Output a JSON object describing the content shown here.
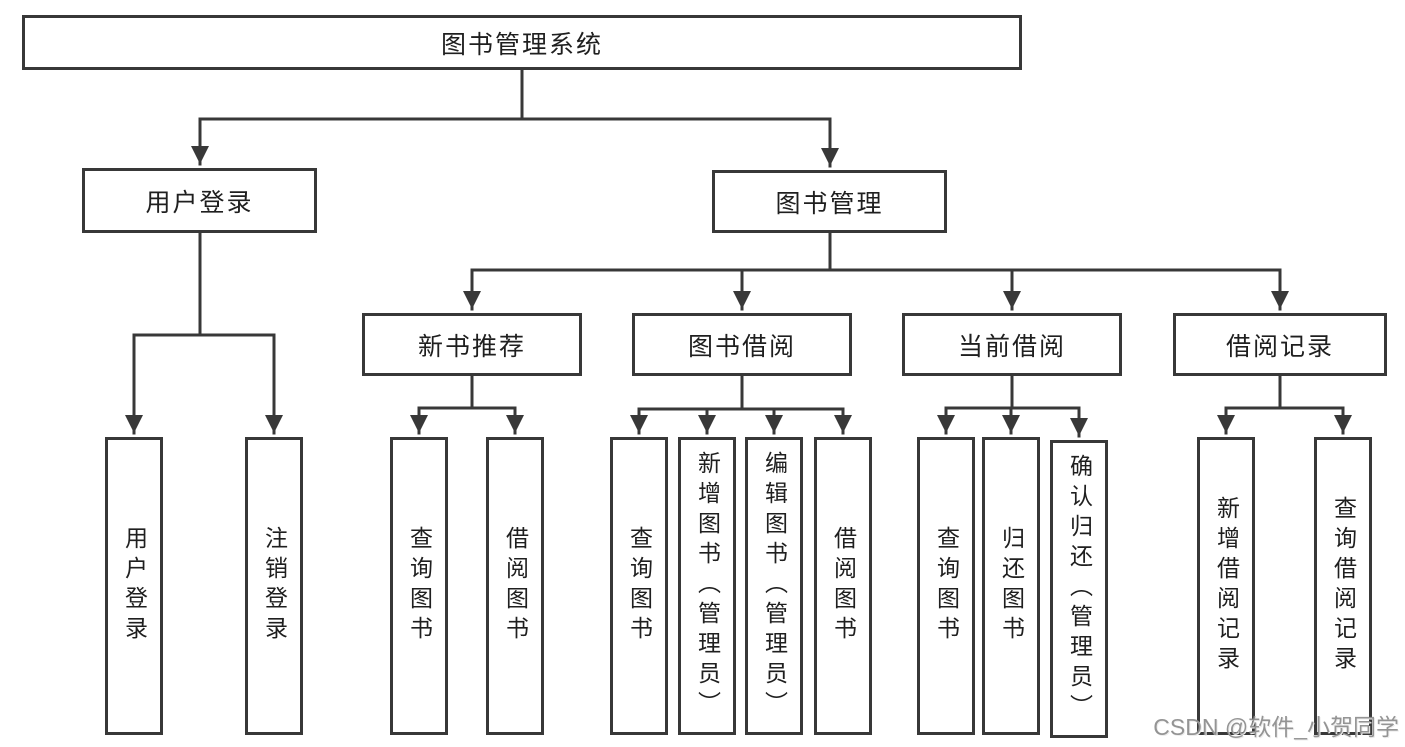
{
  "diagram": {
    "title": "图书管理系统",
    "watermark": "CSDN @软件_小贺同学"
  },
  "colors": {
    "line": "#383838",
    "box_border": "#383838",
    "box_fill": "#ffffff",
    "text": "#1f1f1f",
    "watermark": "#8a8a8a"
  },
  "nodes": {
    "root": "图书管理系统",
    "user_login_group": "用户登录",
    "book_management": "图书管理",
    "new_book_recommend": "新书推荐",
    "book_borrowing": "图书借阅",
    "current_borrowing": "当前借阅",
    "borrowing_records": "借阅记录",
    "user_login": "用户登录",
    "logout": "注销登录",
    "nb_query_books": "查询图书",
    "nb_borrow_books": "借阅图书",
    "bb_query_books": "查询图书",
    "bb_add_books": "新增图书（管理员）",
    "bb_edit_books": "编辑图书（管理员）",
    "bb_borrow_books": "借阅图书",
    "cb_query_books": "查询图书",
    "cb_return_books": "归还图书",
    "cb_confirm_return": "确认归还（管理员）",
    "br_add_record": "新增借阅记录",
    "br_query_record": "查询借阅记录"
  }
}
